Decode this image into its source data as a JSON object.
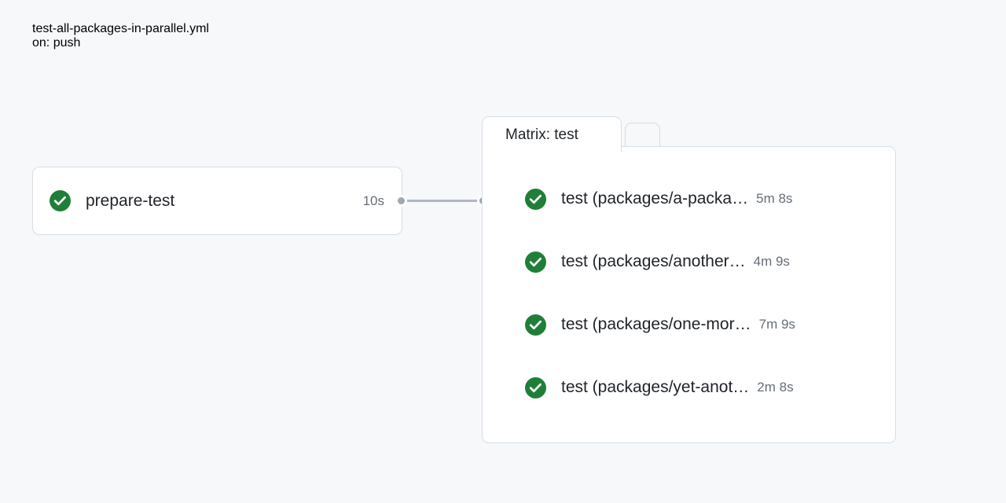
{
  "header": {
    "title": "test-all-packages-in-parallel.yml",
    "trigger": "on: push"
  },
  "colors": {
    "page_background": "#f6f8fa",
    "card_background": "#ffffff",
    "card_border": "#d8dee4",
    "text_primary": "#1f2328",
    "text_muted": "#656d76",
    "success_green": "#1f7f38",
    "edge_gray": "#afb8c1"
  },
  "graph": {
    "job_node": {
      "status_icon": "check-circle-success-icon",
      "label": "prepare-test",
      "duration": "10s"
    },
    "edge": {
      "source_dot": "edge-source-dot",
      "target_dot": "edge-target-dot"
    },
    "matrix_group": {
      "tab_label": "Matrix: test",
      "rows": [
        {
          "status_icon": "check-circle-success-icon",
          "label": "test (packages/a-packa…",
          "duration": "5m 8s"
        },
        {
          "status_icon": "check-circle-success-icon",
          "label": "test (packages/another…",
          "duration": "4m 9s"
        },
        {
          "status_icon": "check-circle-success-icon",
          "label": "test (packages/one-mor…",
          "duration": "7m 9s"
        },
        {
          "status_icon": "check-circle-success-icon",
          "label": "test (packages/yet-anot…",
          "duration": "2m 8s"
        }
      ]
    }
  }
}
